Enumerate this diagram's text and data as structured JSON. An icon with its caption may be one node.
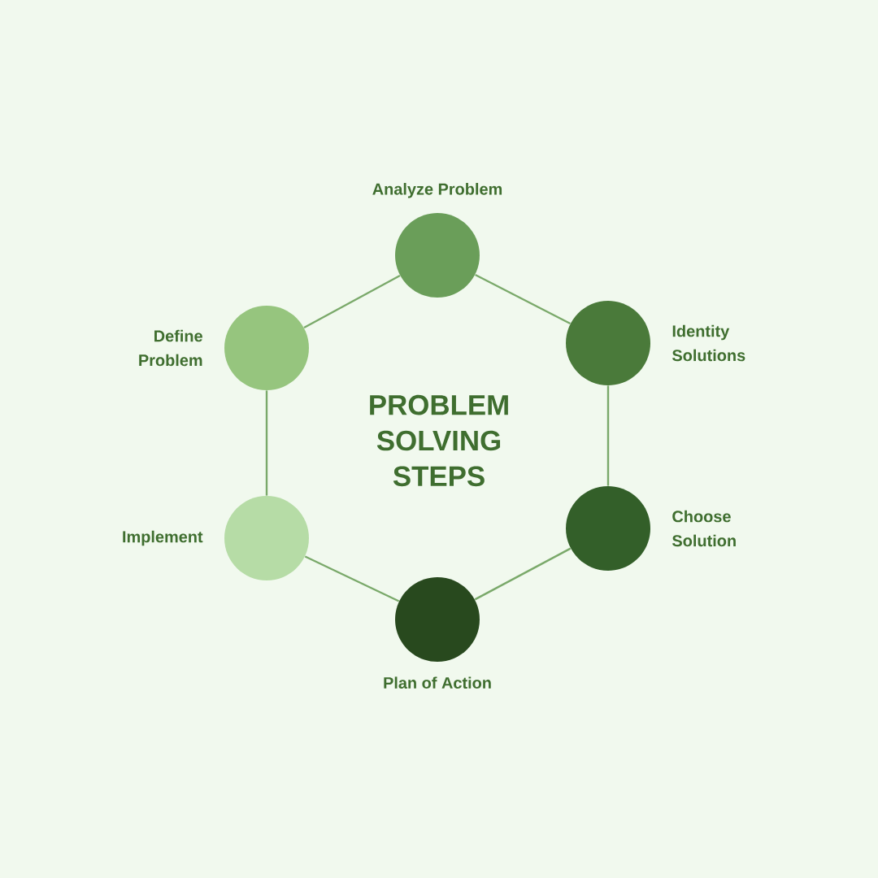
{
  "diagram": {
    "title": "PROBLEM SOLVING STEPS",
    "nodes": [
      {
        "text": [],
        "shape": "circle",
        "beside": [
          "Analyze Problem"
        ]
      },
      {
        "text": [],
        "shape": "circle",
        "beside": [
          "Identity Solutions"
        ]
      },
      {
        "text": [],
        "shape": "circle",
        "beside": [
          "Choose Solution"
        ]
      },
      {
        "text": [],
        "shape": "circle",
        "beside": [
          "Plan of Action"
        ]
      },
      {
        "text": [],
        "shape": "circle",
        "beside": [
          "Implement"
        ]
      },
      {
        "text": [],
        "shape": "circle",
        "beside": [
          "Define Problem"
        ]
      }
    ],
    "edges": [
      {
        "from": 0,
        "to": 1,
        "arrow": "none"
      },
      {
        "from": 1,
        "to": 2,
        "arrow": "none"
      },
      {
        "from": 2,
        "to": 3,
        "arrow": "none"
      },
      {
        "from": 3,
        "to": 4,
        "arrow": "none"
      },
      {
        "from": 4,
        "to": 5,
        "arrow": "none"
      },
      {
        "from": 5,
        "to": 0,
        "arrow": "none"
      }
    ]
  }
}
